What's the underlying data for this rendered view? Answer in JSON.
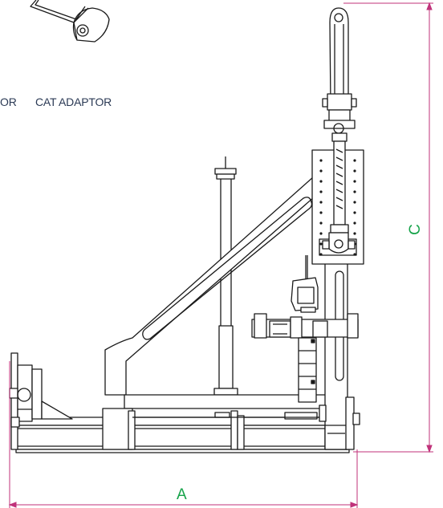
{
  "labels": {
    "left_caption_fragment": "OR",
    "cat_adaptor": "CAT ADAPTOR"
  },
  "dimensions": {
    "width_label": "A",
    "height_label": "C"
  },
  "colors": {
    "line": "#1a1a1a",
    "dimension": "#c0327a",
    "dimension_text": "#16a34a",
    "caption_text": "#2b3a55"
  },
  "icons": {
    "adaptor": "cat-adaptor-icon",
    "frame": "lifting-frame-drawing"
  }
}
